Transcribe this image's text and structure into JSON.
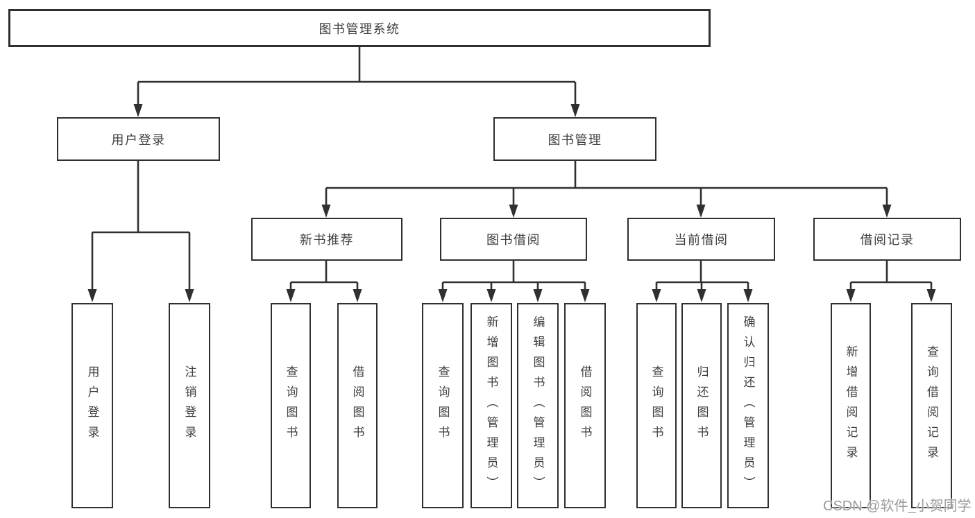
{
  "colors": {
    "line": "#303030",
    "box_border": "#2f2f2f",
    "text": "#3f3f3f",
    "watermark": "#9b9b9b",
    "background": "#ffffff"
  },
  "watermark": {
    "text": "CSDN @软件_小贺同学"
  },
  "tree": {
    "root": {
      "label": "图书管理系统",
      "children": [
        {
          "label": "用户登录",
          "children": [
            {
              "label": "用户登录"
            },
            {
              "label": "注销登录"
            }
          ]
        },
        {
          "label": "图书管理",
          "children": [
            {
              "label": "新书推荐",
              "children": [
                {
                  "label": "查询图书"
                },
                {
                  "label": "借阅图书"
                }
              ]
            },
            {
              "label": "图书借阅",
              "children": [
                {
                  "label": "查询图书"
                },
                {
                  "label": "新增图书（管理员）"
                },
                {
                  "label": "编辑图书（管理员）"
                },
                {
                  "label": "借阅图书"
                }
              ]
            },
            {
              "label": "当前借阅",
              "children": [
                {
                  "label": "查询图书"
                },
                {
                  "label": "归还图书"
                },
                {
                  "label": "确认归还（管理员）"
                }
              ]
            },
            {
              "label": "借阅记录",
              "children": [
                {
                  "label": "新增借阅记录"
                },
                {
                  "label": "查询借阅记录"
                }
              ]
            }
          ]
        }
      ]
    }
  }
}
